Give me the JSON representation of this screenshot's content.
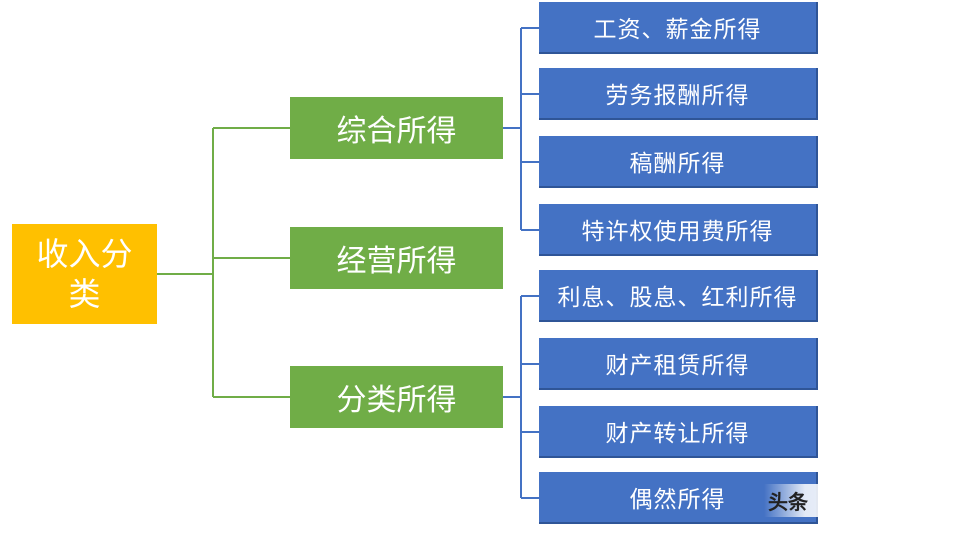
{
  "root": {
    "label": "收入分类"
  },
  "categories": [
    {
      "label": "综合所得",
      "items": [
        "工资、薪金所得",
        "劳务报酬所得",
        "稿酬所得",
        "特许权使用费所得"
      ]
    },
    {
      "label": "经营所得",
      "items": []
    },
    {
      "label": "分类所得",
      "items": [
        "利息、股息、红利所得",
        "财产租赁所得",
        "财产转让所得",
        "偶然所得"
      ]
    }
  ],
  "watermark": "头条",
  "colors": {
    "root": "#ffc000",
    "category": "#70ad47",
    "item": "#4472c4",
    "connector_green": "#70ad47",
    "connector_blue": "#4472c4"
  }
}
